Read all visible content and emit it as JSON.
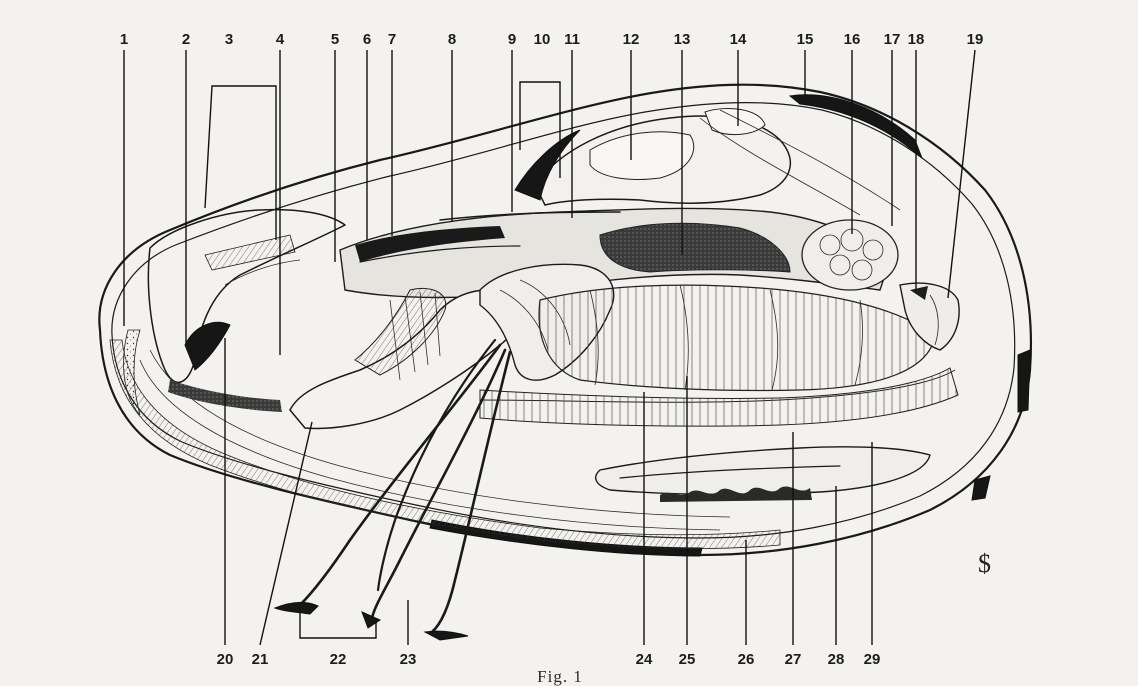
{
  "figure": {
    "caption": "Fig. 1",
    "signature": "$",
    "labels": {
      "l1": "1",
      "l2": "2",
      "l3": "3",
      "l4": "4",
      "l5": "5",
      "l6": "6",
      "l7": "7",
      "l8": "8",
      "l9": "9",
      "l10": "10",
      "l11": "11",
      "l12": "12",
      "l13": "13",
      "l14": "14",
      "l15": "15",
      "l16": "16",
      "l17": "17",
      "l18": "18",
      "l19": "19",
      "l20": "20",
      "l21": "21",
      "l22": "22",
      "l23": "23",
      "l24": "24",
      "l25": "25",
      "l26": "26",
      "l27": "27",
      "l28": "28",
      "l29": "29"
    }
  }
}
